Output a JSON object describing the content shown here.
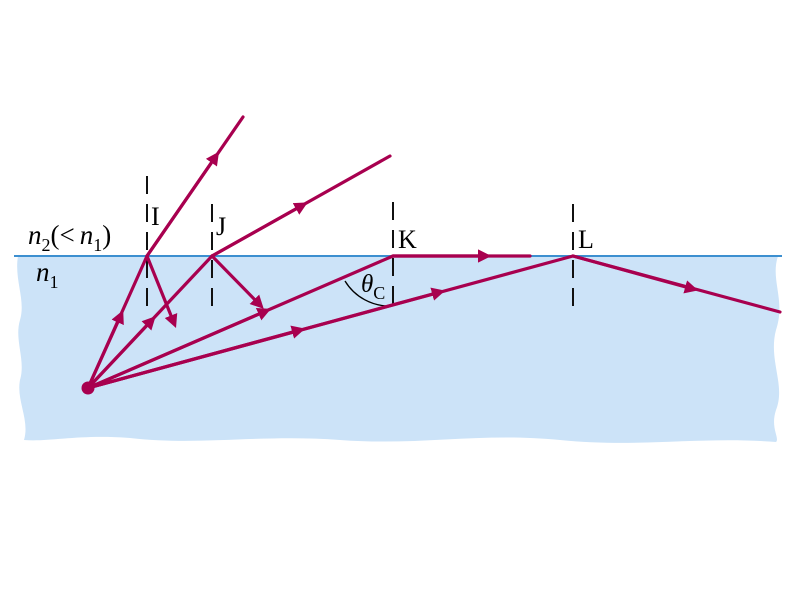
{
  "colors": {
    "ray": "#a8004f",
    "water": "#cce3f8",
    "surface": "#3c8fd0",
    "normal": "#111111"
  },
  "labels": {
    "point_i": "I",
    "point_j": "J",
    "point_k": "K",
    "point_l": "L",
    "medium_top": "n",
    "medium_top_sub": "2",
    "medium_top_rest_open": "(<",
    "medium_top_n": "n",
    "medium_top_n_sub": "1",
    "medium_top_rest_close": ")",
    "medium_bottom": "n",
    "medium_bottom_sub": "1",
    "critical_angle": "θ",
    "critical_angle_sub": "C"
  }
}
